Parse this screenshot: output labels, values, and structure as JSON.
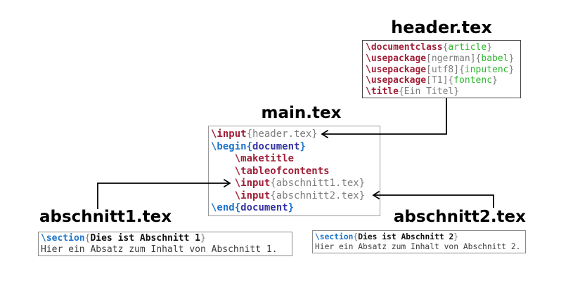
{
  "colors": {
    "command": "#a02038",
    "keyword": "#1f74c8",
    "env": "#3634a4",
    "argument": "#2eb82e",
    "plain": "#7d7d7d",
    "strong": "#101010",
    "body": "#3d3d3d",
    "arrow": "#000000"
  },
  "files": {
    "header": {
      "title": "header.tex",
      "code": [
        [
          {
            "t": "\\documentclass",
            "s": "command"
          },
          {
            "t": "{",
            "s": "plain"
          },
          {
            "t": "article",
            "s": "argument"
          },
          {
            "t": "}",
            "s": "plain"
          }
        ],
        [
          {
            "t": "\\usepackage",
            "s": "command"
          },
          {
            "t": "[ngerman]{",
            "s": "plain"
          },
          {
            "t": "babel",
            "s": "argument"
          },
          {
            "t": "}",
            "s": "plain"
          }
        ],
        [
          {
            "t": "\\usepackage",
            "s": "command"
          },
          {
            "t": "[utf8]{",
            "s": "plain"
          },
          {
            "t": "inputenc",
            "s": "argument"
          },
          {
            "t": "}",
            "s": "plain"
          }
        ],
        [
          {
            "t": "\\usepackage",
            "s": "command"
          },
          {
            "t": "[T1]{",
            "s": "plain"
          },
          {
            "t": "fontenc",
            "s": "argument"
          },
          {
            "t": "}",
            "s": "plain"
          }
        ],
        [
          {
            "t": "\\title",
            "s": "command"
          },
          {
            "t": "{Ein Titel}",
            "s": "plain"
          }
        ]
      ]
    },
    "main": {
      "title": "main.tex",
      "code": [
        [
          {
            "t": "\\input",
            "s": "command"
          },
          {
            "t": "{header.tex}",
            "s": "plain"
          }
        ],
        [
          {
            "t": "\\begin{",
            "s": "keyword"
          },
          {
            "t": "document",
            "s": "env"
          },
          {
            "t": "}",
            "s": "keyword"
          }
        ],
        [
          {
            "t": "    ",
            "s": "plain"
          },
          {
            "t": "\\maketitle",
            "s": "command"
          }
        ],
        [
          {
            "t": "    ",
            "s": "plain"
          },
          {
            "t": "\\tableofcontents",
            "s": "command"
          }
        ],
        [
          {
            "t": "    ",
            "s": "plain"
          },
          {
            "t": "\\input",
            "s": "command"
          },
          {
            "t": "{abschnitt1.tex}",
            "s": "plain"
          }
        ],
        [
          {
            "t": "    ",
            "s": "plain"
          },
          {
            "t": "\\input",
            "s": "command"
          },
          {
            "t": "{abschnitt2.tex}",
            "s": "plain"
          }
        ],
        [
          {
            "t": "\\end{",
            "s": "keyword"
          },
          {
            "t": "document",
            "s": "env"
          },
          {
            "t": "}",
            "s": "keyword"
          }
        ]
      ]
    },
    "abschnitt1": {
      "title": "abschnitt1.tex",
      "code": [
        [
          {
            "t": "\\section",
            "s": "keyword"
          },
          {
            "t": "{",
            "s": "plain"
          },
          {
            "t": "Dies ist Abschnitt 1",
            "s": "strong"
          },
          {
            "t": "}",
            "s": "plain"
          }
        ],
        [
          {
            "t": "Hier ein Absatz zum Inhalt von Abschnitt 1.",
            "s": "body"
          }
        ]
      ]
    },
    "abschnitt2": {
      "title": "abschnitt2.tex",
      "code": [
        [
          {
            "t": "\\section",
            "s": "keyword"
          },
          {
            "t": "{",
            "s": "plain"
          },
          {
            "t": "Dies ist Abschnitt 2",
            "s": "strong"
          },
          {
            "t": "}",
            "s": "plain"
          }
        ],
        [
          {
            "t": "Hier ein Absatz zum Inhalt von Abschnitt 2.",
            "s": "body"
          }
        ]
      ]
    }
  },
  "arrows": [
    {
      "name": "header-include-arrow",
      "from": "header.tex",
      "to": "\\input{header.tex}"
    },
    {
      "name": "abschnitt1-include-arrow",
      "from": "abschnitt1.tex",
      "to": "\\input{abschnitt1.tex}"
    },
    {
      "name": "abschnitt2-include-arrow",
      "from": "abschnitt2.tex",
      "to": "\\input{abschnitt2.tex}"
    }
  ]
}
